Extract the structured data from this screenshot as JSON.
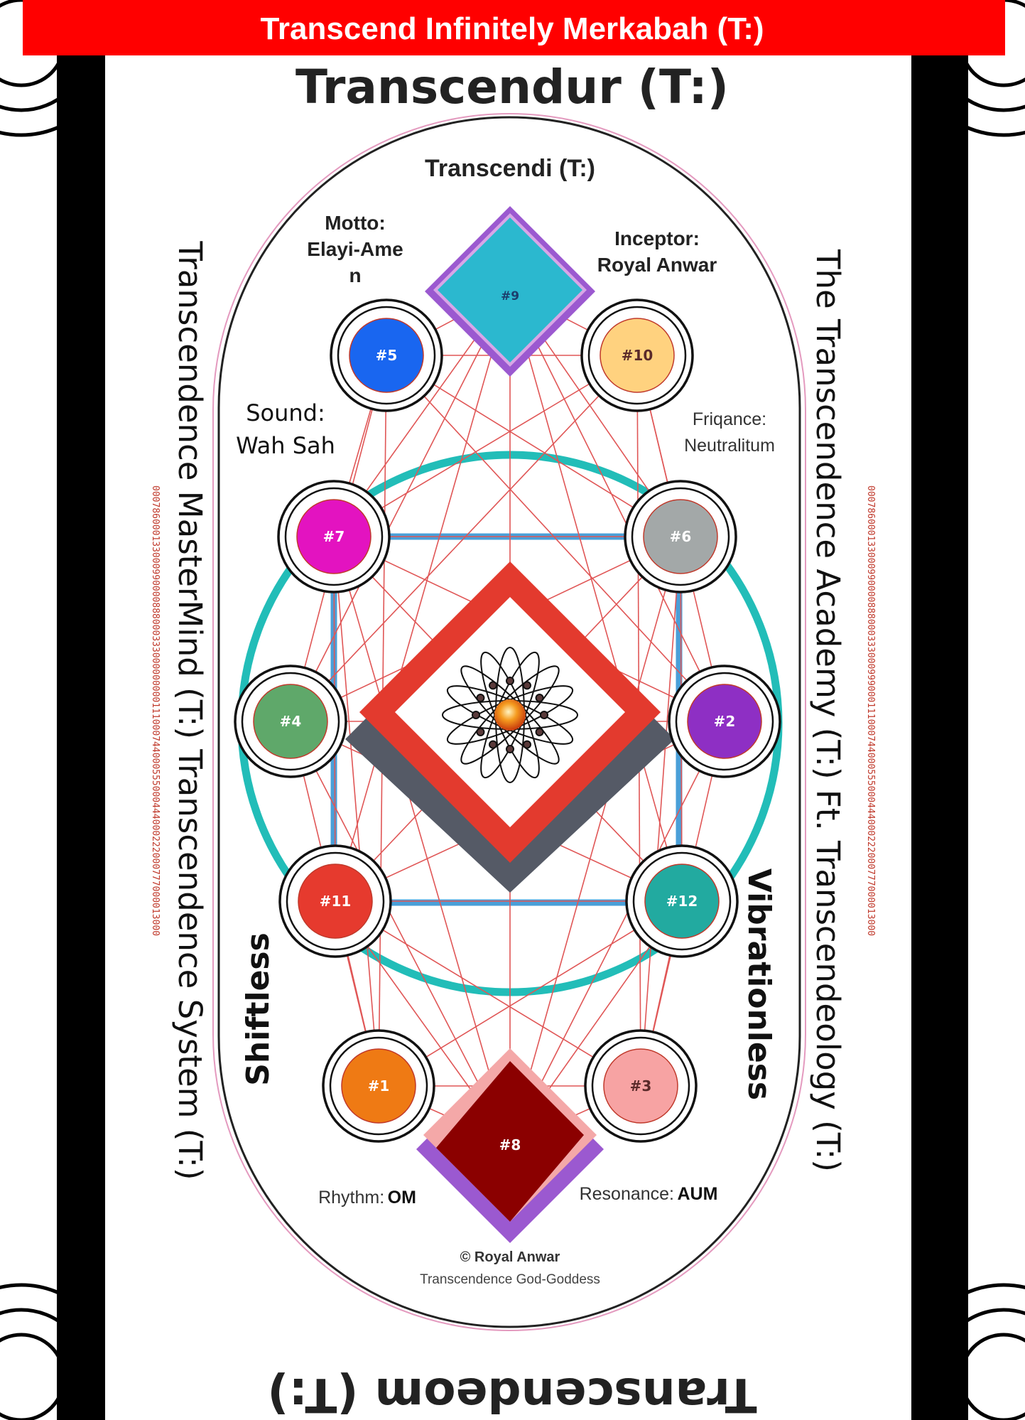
{
  "banner": {
    "title": "Transcend Infinitely Merkabah (T:)",
    "color": "#ff0000"
  },
  "titles": {
    "top": "Transcendur (T:)",
    "bottom": "Transcendeom (T:)",
    "left": "Transcendence MasterMind (T:) Transcendence System (T:)",
    "right": "The Transcendence Academy (T:) Ft. Transcendeology (T:)"
  },
  "micro_codes": {
    "left": "000786000133000990000888000333000000000111000744000555000444000222000777000013000",
    "right": "000786000133000990000888000333000999000111000744000555000444000222000777000013000"
  },
  "labels": {
    "transcendi": "Transcendi (T:)",
    "motto_title": "Motto:",
    "motto_line1": "Elayi-Ame",
    "motto_line2": "n",
    "inceptor_title": "Inceptor:",
    "inceptor_name": "Royal Anwar",
    "sound_title": "Sound:",
    "sound_value": "Wah Sah",
    "friqance_title": "Friqance:",
    "friqance_value": "Neutralitum",
    "shiftless": "Shiftless",
    "vibrationless": "Vibrationless",
    "rhythm_title": "Rhythm:",
    "rhythm_value": "OM",
    "resonance_title": "Resonance:",
    "resonance_value": "AUM",
    "copyright": "© Royal Anwar",
    "subtitle": "Transcendence God-Goddess"
  },
  "nodes": [
    {
      "id": "n1",
      "label": "#1",
      "color": "#ef7a14"
    },
    {
      "id": "n2",
      "label": "#2",
      "color": "#8e2fc4"
    },
    {
      "id": "n3",
      "label": "#3",
      "color": "#f7a3a3"
    },
    {
      "id": "n4",
      "label": "#4",
      "color": "#5fa86a"
    },
    {
      "id": "n5",
      "label": "#5",
      "color": "#1966f0"
    },
    {
      "id": "n6",
      "label": "#6",
      "color": "#a3a8a8"
    },
    {
      "id": "n7",
      "label": "#7",
      "color": "#e313c0"
    },
    {
      "id": "n10",
      "label": "#10",
      "color": "#ffd27f"
    },
    {
      "id": "n11",
      "label": "#11",
      "color": "#e63a2e"
    },
    {
      "id": "n12",
      "label": "#12",
      "color": "#22aaa0"
    }
  ],
  "diamonds": [
    {
      "id": "d9",
      "label": "#9",
      "color": "#2bb8cf",
      "border": "#9b59d0"
    },
    {
      "id": "d8",
      "label": "#8",
      "color": "#8b0000",
      "border": "#f4a8a8"
    }
  ],
  "colors": {
    "teal_ring": "#22bdb8",
    "blue_square": "#4a9fd8",
    "red_lines": "#e05656",
    "center_red": "#e33a2e",
    "center_grey": "#555a66"
  }
}
